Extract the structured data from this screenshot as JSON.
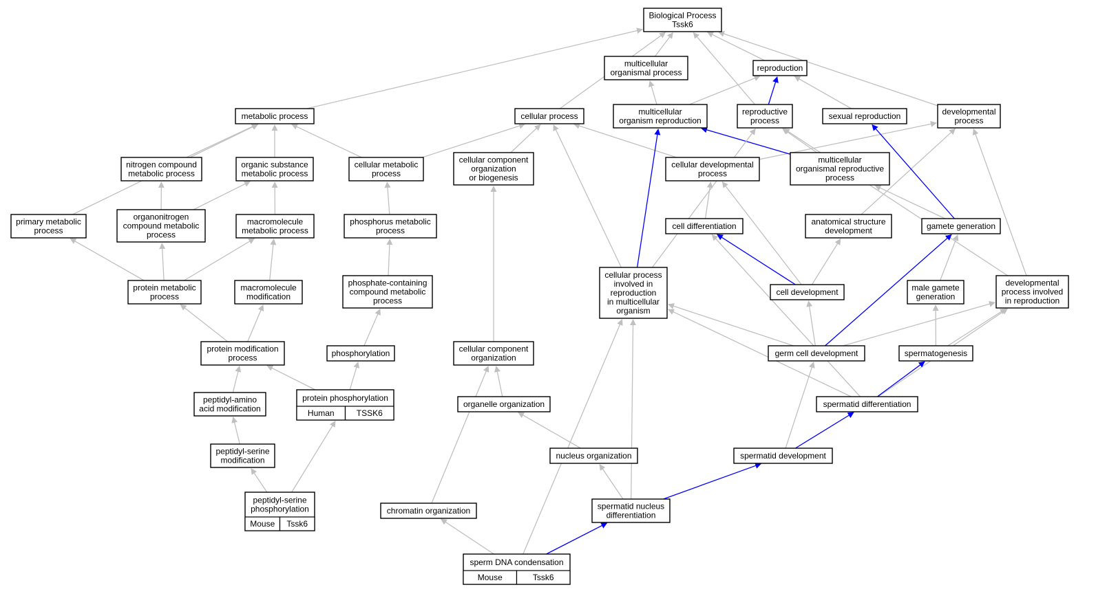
{
  "colors": {
    "edge_gray": "#c0c0c0",
    "edge_blue": "#0000ff",
    "mouse_cell": "#add8e6",
    "human_cell": "#ff6347"
  },
  "nodes": [
    {
      "id": "bp",
      "lines": [
        "Biological Process",
        "Tssk6"
      ]
    },
    {
      "id": "mop",
      "lines": [
        "multicellular",
        "organismal process"
      ]
    },
    {
      "id": "repro",
      "lines": [
        "reproduction"
      ]
    },
    {
      "id": "metab",
      "lines": [
        "metabolic process"
      ]
    },
    {
      "id": "cellproc",
      "lines": [
        "cellular process"
      ]
    },
    {
      "id": "mor",
      "lines": [
        "multicellular",
        "organism reproduction"
      ]
    },
    {
      "id": "reprop",
      "lines": [
        "reproductive",
        "process"
      ]
    },
    {
      "id": "sexrep",
      "lines": [
        "sexual reproduction"
      ]
    },
    {
      "id": "devproc",
      "lines": [
        "developmental",
        "process"
      ]
    },
    {
      "id": "ncmp",
      "lines": [
        "nitrogen compound",
        "metabolic process"
      ]
    },
    {
      "id": "osmp",
      "lines": [
        "organic substance",
        "metabolic process"
      ]
    },
    {
      "id": "cmp",
      "lines": [
        "cellular metabolic",
        "process"
      ]
    },
    {
      "id": "ccob",
      "lines": [
        "cellular component",
        "organization",
        "or biogenesis"
      ]
    },
    {
      "id": "cdp",
      "lines": [
        "cellular developmental",
        "process"
      ]
    },
    {
      "id": "morp",
      "lines": [
        "multicellular",
        "organismal reproductive",
        "process"
      ]
    },
    {
      "id": "pmp",
      "lines": [
        "primary metabolic",
        "process"
      ]
    },
    {
      "id": "oncmp",
      "lines": [
        "organonitrogen",
        "compound metabolic",
        "process"
      ]
    },
    {
      "id": "mmp",
      "lines": [
        "macromolecule",
        "metabolic process"
      ]
    },
    {
      "id": "phmp",
      "lines": [
        "phosphorus metabolic",
        "process"
      ]
    },
    {
      "id": "celldiff",
      "lines": [
        "cell differentiation"
      ]
    },
    {
      "id": "asd",
      "lines": [
        "anatomical structure",
        "development"
      ]
    },
    {
      "id": "gamgen",
      "lines": [
        "gamete generation"
      ]
    },
    {
      "id": "protmp",
      "lines": [
        "protein metabolic",
        "process"
      ]
    },
    {
      "id": "macmod",
      "lines": [
        "macromolecule",
        "modification"
      ]
    },
    {
      "id": "pccmp",
      "lines": [
        "phosphate-containing",
        "compound metabolic",
        "process"
      ]
    },
    {
      "id": "cpirmo",
      "lines": [
        "cellular process",
        "involved in",
        "reproduction",
        "in multicellular",
        "organism"
      ]
    },
    {
      "id": "celldev",
      "lines": [
        "cell development"
      ]
    },
    {
      "id": "mgg",
      "lines": [
        "male gamete",
        "generation"
      ]
    },
    {
      "id": "dpir",
      "lines": [
        "developmental",
        "process involved",
        "in reproduction"
      ]
    },
    {
      "id": "pmodp",
      "lines": [
        "protein modification",
        "process"
      ]
    },
    {
      "id": "phos",
      "lines": [
        "phosphorylation"
      ]
    },
    {
      "id": "cco",
      "lines": [
        "cellular component",
        "organization"
      ]
    },
    {
      "id": "gcd",
      "lines": [
        "germ cell development"
      ]
    },
    {
      "id": "spgen",
      "lines": [
        "spermatogenesis"
      ]
    },
    {
      "id": "paam",
      "lines": [
        "peptidyl-amino",
        "acid modification"
      ]
    },
    {
      "id": "protphos",
      "lines": [
        "protein phosphorylation"
      ],
      "cells": [
        {
          "text": "Human",
          "color": "human"
        },
        {
          "text": "TSSK6",
          "color": "human"
        }
      ]
    },
    {
      "id": "orgorg",
      "lines": [
        "organelle organization"
      ]
    },
    {
      "id": "sptdiff",
      "lines": [
        "spermatid differentiation"
      ]
    },
    {
      "id": "psm",
      "lines": [
        "peptidyl-serine",
        "modification"
      ]
    },
    {
      "id": "nucorg",
      "lines": [
        "nucleus organization"
      ]
    },
    {
      "id": "sptdev",
      "lines": [
        "spermatid development"
      ]
    },
    {
      "id": "psp",
      "lines": [
        "peptidyl-serine",
        "phosphorylation"
      ],
      "cells": [
        {
          "text": "Mouse",
          "color": "mouse"
        },
        {
          "text": "Tssk6",
          "color": "mouse"
        }
      ]
    },
    {
      "id": "chrorg",
      "lines": [
        "chromatin organization"
      ]
    },
    {
      "id": "snd",
      "lines": [
        "spermatid nucleus",
        "differentiation"
      ]
    },
    {
      "id": "sdc",
      "lines": [
        "sperm DNA condensation"
      ],
      "cells": [
        {
          "text": "Mouse",
          "color": "mouse"
        },
        {
          "text": "Tssk6",
          "color": "mouse"
        }
      ]
    }
  ],
  "edges": [
    {
      "from": "mop",
      "to": "bp",
      "color": "gray"
    },
    {
      "from": "repro",
      "to": "bp",
      "color": "gray"
    },
    {
      "from": "metab",
      "to": "bp",
      "color": "gray"
    },
    {
      "from": "cellproc",
      "to": "bp",
      "color": "gray"
    },
    {
      "from": "reprop",
      "to": "bp",
      "color": "gray"
    },
    {
      "from": "devproc",
      "to": "bp",
      "color": "gray"
    },
    {
      "from": "mor",
      "to": "mop",
      "color": "gray"
    },
    {
      "from": "mor",
      "to": "repro",
      "color": "gray"
    },
    {
      "from": "reprop",
      "to": "repro",
      "color": "blue"
    },
    {
      "from": "sexrep",
      "to": "repro",
      "color": "gray"
    },
    {
      "from": "ncmp",
      "to": "metab",
      "color": "gray"
    },
    {
      "from": "osmp",
      "to": "metab",
      "color": "gray"
    },
    {
      "from": "cmp",
      "to": "metab",
      "color": "gray"
    },
    {
      "from": "pmp",
      "to": "metab",
      "color": "gray"
    },
    {
      "from": "cmp",
      "to": "cellproc",
      "color": "gray"
    },
    {
      "from": "ccob",
      "to": "cellproc",
      "color": "gray"
    },
    {
      "from": "cdp",
      "to": "cellproc",
      "color": "gray"
    },
    {
      "from": "cpirmo",
      "to": "cellproc",
      "color": "gray"
    },
    {
      "from": "cdp",
      "to": "devproc",
      "color": "gray"
    },
    {
      "from": "asd",
      "to": "devproc",
      "color": "gray"
    },
    {
      "from": "dpir",
      "to": "devproc",
      "color": "gray"
    },
    {
      "from": "morp",
      "to": "mor",
      "color": "blue"
    },
    {
      "from": "morp",
      "to": "reprop",
      "color": "gray"
    },
    {
      "from": "cpirmo",
      "to": "reprop",
      "color": "gray"
    },
    {
      "from": "dpir",
      "to": "reprop",
      "color": "gray"
    },
    {
      "from": "gamgen",
      "to": "sexrep",
      "color": "blue"
    },
    {
      "from": "gamgen",
      "to": "morp",
      "color": "gray"
    },
    {
      "from": "oncmp",
      "to": "ncmp",
      "color": "gray"
    },
    {
      "from": "oncmp",
      "to": "osmp",
      "color": "gray"
    },
    {
      "from": "mmp",
      "to": "osmp",
      "color": "gray"
    },
    {
      "from": "phmp",
      "to": "cmp",
      "color": "gray"
    },
    {
      "from": "cco",
      "to": "ccob",
      "color": "gray"
    },
    {
      "from": "celldiff",
      "to": "cdp",
      "color": "gray"
    },
    {
      "from": "celldev",
      "to": "cdp",
      "color": "gray"
    },
    {
      "from": "protmp",
      "to": "pmp",
      "color": "gray"
    },
    {
      "from": "protmp",
      "to": "oncmp",
      "color": "gray"
    },
    {
      "from": "protmp",
      "to": "mmp",
      "color": "gray"
    },
    {
      "from": "macmod",
      "to": "mmp",
      "color": "gray"
    },
    {
      "from": "pccmp",
      "to": "phmp",
      "color": "gray"
    },
    {
      "from": "celldev",
      "to": "celldiff",
      "color": "blue"
    },
    {
      "from": "sptdiff",
      "to": "celldiff",
      "color": "gray"
    },
    {
      "from": "celldev",
      "to": "asd",
      "color": "gray"
    },
    {
      "from": "mgg",
      "to": "gamgen",
      "color": "gray"
    },
    {
      "from": "gcd",
      "to": "gamgen",
      "color": "blue"
    },
    {
      "from": "pmodp",
      "to": "protmp",
      "color": "gray"
    },
    {
      "from": "pmodp",
      "to": "macmod",
      "color": "gray"
    },
    {
      "from": "phos",
      "to": "pccmp",
      "color": "gray"
    },
    {
      "from": "cpirmo",
      "to": "mor",
      "color": "blue"
    },
    {
      "from": "gcd",
      "to": "cpirmo",
      "color": "gray"
    },
    {
      "from": "sptdiff",
      "to": "cpirmo",
      "color": "gray"
    },
    {
      "from": "sdc",
      "to": "cpirmo",
      "color": "gray"
    },
    {
      "from": "snd",
      "to": "cpirmo",
      "color": "gray"
    },
    {
      "from": "gcd",
      "to": "celldev",
      "color": "gray"
    },
    {
      "from": "spgen",
      "to": "mgg",
      "color": "gray"
    },
    {
      "from": "gcd",
      "to": "dpir",
      "color": "gray"
    },
    {
      "from": "spgen",
      "to": "dpir",
      "color": "gray"
    },
    {
      "from": "sptdiff",
      "to": "dpir",
      "color": "gray"
    },
    {
      "from": "paam",
      "to": "pmodp",
      "color": "gray"
    },
    {
      "from": "protphos",
      "to": "pmodp",
      "color": "gray"
    },
    {
      "from": "protphos",
      "to": "phos",
      "color": "gray"
    },
    {
      "from": "orgorg",
      "to": "cco",
      "color": "gray"
    },
    {
      "from": "chrorg",
      "to": "cco",
      "color": "gray"
    },
    {
      "from": "sptdev",
      "to": "gcd",
      "color": "gray"
    },
    {
      "from": "sptdiff",
      "to": "spgen",
      "color": "blue"
    },
    {
      "from": "psm",
      "to": "paam",
      "color": "gray"
    },
    {
      "from": "psp",
      "to": "protphos",
      "color": "gray"
    },
    {
      "from": "nucorg",
      "to": "orgorg",
      "color": "gray"
    },
    {
      "from": "sptdev",
      "to": "sptdiff",
      "color": "blue"
    },
    {
      "from": "psp",
      "to": "psm",
      "color": "gray"
    },
    {
      "from": "snd",
      "to": "nucorg",
      "color": "gray"
    },
    {
      "from": "snd",
      "to": "sptdev",
      "color": "blue"
    },
    {
      "from": "sdc",
      "to": "chrorg",
      "color": "gray"
    },
    {
      "from": "sdc",
      "to": "snd",
      "color": "blue"
    }
  ]
}
